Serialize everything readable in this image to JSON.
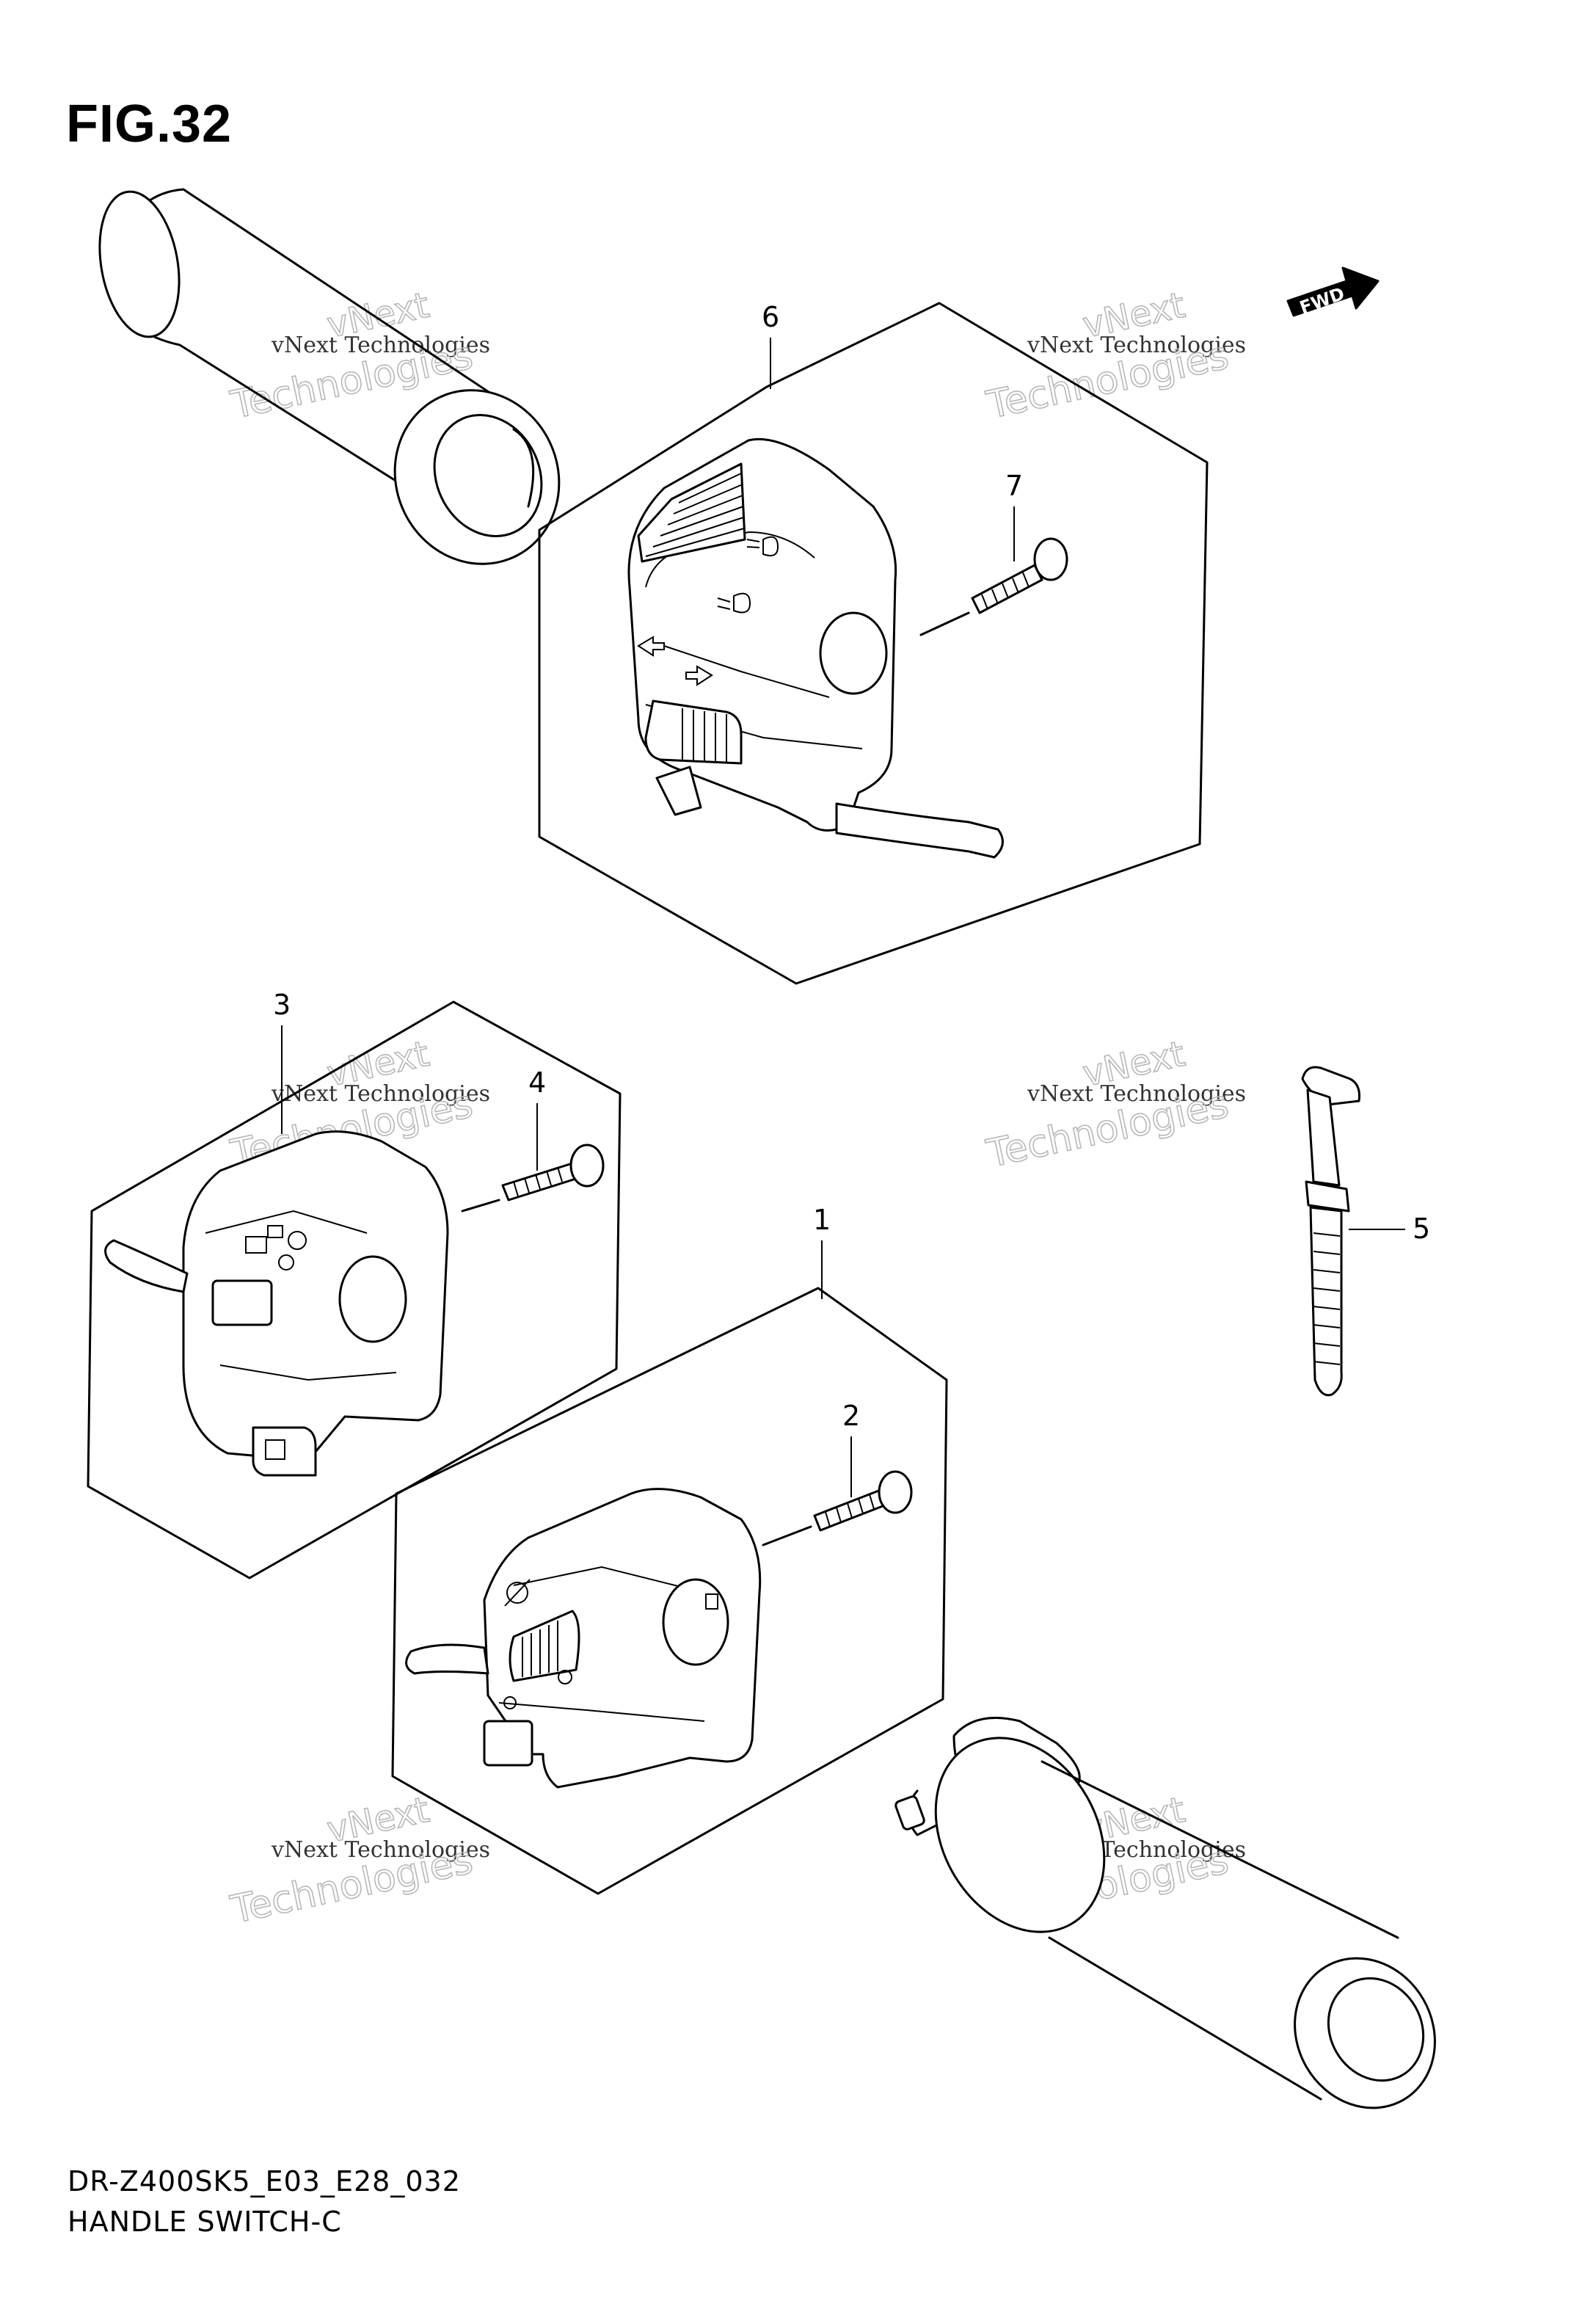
{
  "figure_title": "FIG.32",
  "footer": {
    "model_code": "DR-Z400SK5_E03_E28_032",
    "section_name": "HANDLE SWITCH-C"
  },
  "direction_marker": "FWD",
  "watermark": {
    "line1": "vNext",
    "line2": "vNext Technologies",
    "line3": "Technologies"
  },
  "callouts": [
    {
      "id": "callout-1",
      "label": "1"
    },
    {
      "id": "callout-2",
      "label": "2"
    },
    {
      "id": "callout-3",
      "label": "3"
    },
    {
      "id": "callout-4",
      "label": "4"
    },
    {
      "id": "callout-5",
      "label": "5"
    },
    {
      "id": "callout-6",
      "label": "6"
    },
    {
      "id": "callout-7",
      "label": "7"
    }
  ]
}
